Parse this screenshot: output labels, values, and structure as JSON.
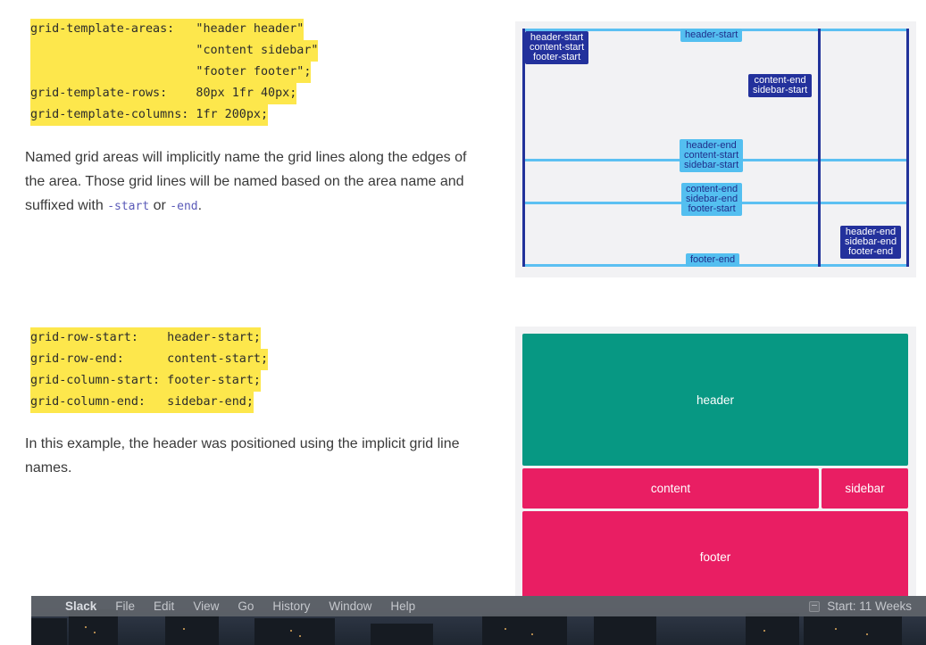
{
  "code1": {
    "lines": [
      "grid-template-areas:   \"header header\"",
      "                       \"content sidebar\"",
      "                       \"footer footer\";",
      "grid-template-rows:    80px 1fr 40px;",
      "grid-template-columns: 1fr 200px;"
    ]
  },
  "para1": {
    "text_before": "Named grid areas will implicitly name the grid lines along the edges of the area. Those grid lines will be named based on the area name and suffixed with ",
    "code_start": "-start",
    "or": " or ",
    "code_end": "-end",
    "period": "."
  },
  "diagram1": {
    "tags": {
      "top_left": [
        "header-start",
        "content-start",
        "footer-start"
      ],
      "top_center": [
        "header-start"
      ],
      "mid_right": [
        "content-end",
        "sidebar-start"
      ],
      "center_upper": [
        "header-end",
        "content-start",
        "sidebar-start"
      ],
      "center_lower": [
        "content-end",
        "sidebar-end",
        "footer-start"
      ],
      "bottom_right": [
        "header-end",
        "sidebar-end",
        "footer-end"
      ],
      "bottom_center": [
        "footer-end"
      ]
    },
    "colors": {
      "row_line": "#5cc0f2",
      "column_line": "#22329a"
    }
  },
  "code2": {
    "lines": [
      "grid-row-start:    header-start;",
      "grid-row-end:      content-start;",
      "grid-column-start: footer-start;",
      "grid-column-end:   sidebar-end;"
    ]
  },
  "para2": {
    "text": "In this example, the header was positioned using the implicit grid line names."
  },
  "diagram2": {
    "areas": {
      "header": "header",
      "content": "content",
      "sidebar": "sidebar",
      "footer": "footer"
    },
    "colors": {
      "header": "#079883",
      "others": "#e91e63"
    }
  },
  "menubar": {
    "apple": "",
    "app": "Slack",
    "items": [
      "File",
      "Edit",
      "View",
      "Go",
      "History",
      "Window",
      "Help"
    ],
    "status_icon": "calendar-icon",
    "status_text": "Start: 11 Weeks"
  }
}
